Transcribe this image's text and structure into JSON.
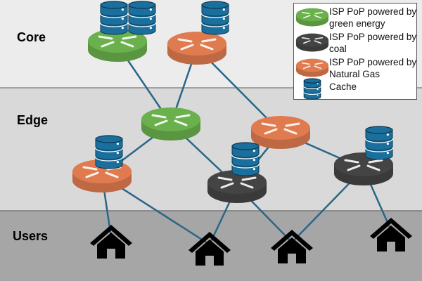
{
  "bands": [
    {
      "label": "Core",
      "color": "#ececec"
    },
    {
      "label": "Edge",
      "color": "#d9d9d9"
    },
    {
      "label": "Users",
      "color": "#a6a6a6"
    }
  ],
  "legend": {
    "items": [
      {
        "label": "ISP PoP powered by green energy",
        "icon": "router-green-icon"
      },
      {
        "label": "ISP PoP powered by coal",
        "icon": "router-coal-icon"
      },
      {
        "label": "ISP PoP powered by Natural Gas",
        "icon": "router-gas-icon"
      },
      {
        "label": "Cache",
        "icon": "database-icon"
      }
    ]
  },
  "colors": {
    "green": "#6ab04c",
    "coal": "#444444",
    "gas": "#e07b50",
    "cache": "#1a6f9c",
    "link": "#2a6687"
  }
}
